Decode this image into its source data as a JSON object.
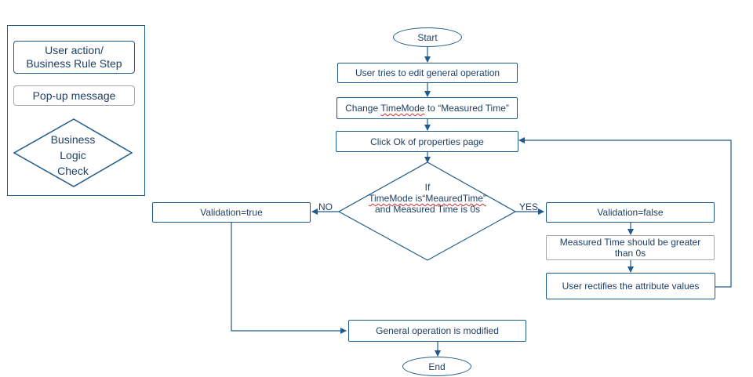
{
  "legend": {
    "action_label_line1": "User action/",
    "action_label_line2": "Business  Rule Step",
    "popup_label": "Pop-up message",
    "check_line1": "Business",
    "check_line2": "Logic",
    "check_line3": "Check"
  },
  "flow": {
    "start": "Start",
    "step1": "User tries to edit general operation",
    "step2_prefix": "Change ",
    "step2_token": "TimeMode",
    "step2_suffix": " to “Measured Time”",
    "step3": "Click Ok of properties page",
    "decision_line1": "If",
    "decision_line2": "TimeMode is“MeauredTime”",
    "decision_line3": "and Measured Time is 0s",
    "no_label": "NO",
    "yes_label": "YES",
    "validation_true": "Validation=true",
    "validation_false": "Validation=false",
    "popup_line1": "Measured  Time  should  be greater",
    "popup_line2": "than 0s",
    "rectify": "User rectifies the attribute values",
    "modified": "General operation is modified",
    "end": "End"
  },
  "colors": {
    "stroke": "#1f5a8a",
    "popup_border": "#a8a8a8",
    "text": "#1f3f63"
  }
}
